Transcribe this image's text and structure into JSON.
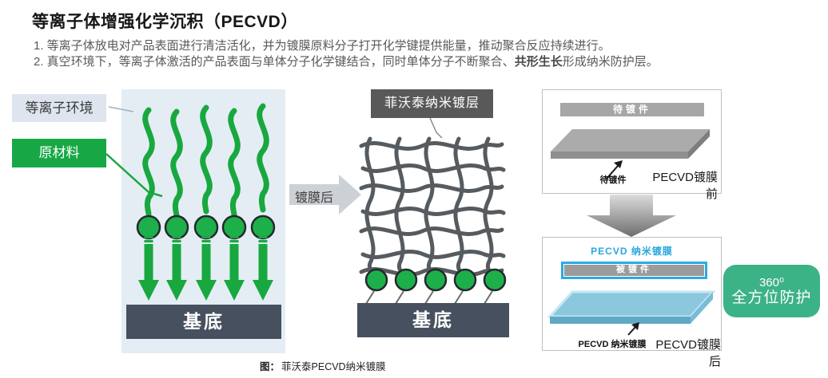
{
  "header": {
    "title": "等离子体增强化学沉积（PECVD）",
    "desc_line1": "1. 等离子体放电对产品表面进行清洁活化，并为镀膜原料分子打开化学键提供能量，推动聚合反应持续进行。",
    "desc_line2_prefix": "2. 真空环境下，等离子体激活的产品表面与单体分子化学键结合，同时单体分子不断聚合、",
    "desc_line2_bold": "共形生长",
    "desc_line2_suffix": "形成纳米防护层。"
  },
  "left_diagram": {
    "plasma_label": "等离子环境",
    "material_label": "原材料",
    "substrate_label": "基底"
  },
  "middle_diagram": {
    "coating_box_label": "菲沃泰纳米镀层",
    "transition_label": "镀膜后",
    "substrate_label": "基底"
  },
  "right_diagram": {
    "before": {
      "bar_label": "待镀件",
      "pointer_label": "待镀件",
      "stage_label": "PECVD镀膜前"
    },
    "after": {
      "coating_title": "PECVD 纳米镀膜",
      "bar_label": "被镀件",
      "pointer_label": "PECVD 纳米镀膜",
      "stage_label": "PECVD镀膜后"
    },
    "badge": {
      "line1": "360⁰",
      "line2": "全方位防护"
    }
  },
  "caption": {
    "prefix": "图：",
    "text": "菲沃泰PECVD纳米镀膜"
  },
  "colors": {
    "green": "#18a83f",
    "material_green": "#17a845",
    "panel_bg": "#e4edf4",
    "substrate_slate": "#46505e",
    "dark_label_gray": "#595959",
    "blue_accent": "#2aabe2",
    "badge_green": "#3cb287",
    "slab_gray": "#ababab",
    "slab_blue": "#8bc8dd",
    "mesh_gray": "#565b60"
  }
}
